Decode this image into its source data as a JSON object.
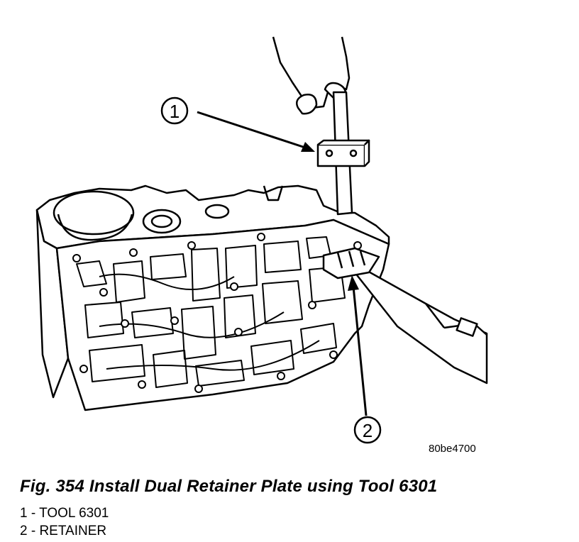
{
  "figure": {
    "image_id": "80be4700",
    "callouts": [
      {
        "number": "1"
      },
      {
        "number": "2"
      }
    ]
  },
  "caption": {
    "text": "Fig. 354 Install Dual Retainer Plate using Tool 6301"
  },
  "legend": [
    {
      "text": "1 - TOOL 6301"
    },
    {
      "text": "2 - RETAINER"
    }
  ]
}
